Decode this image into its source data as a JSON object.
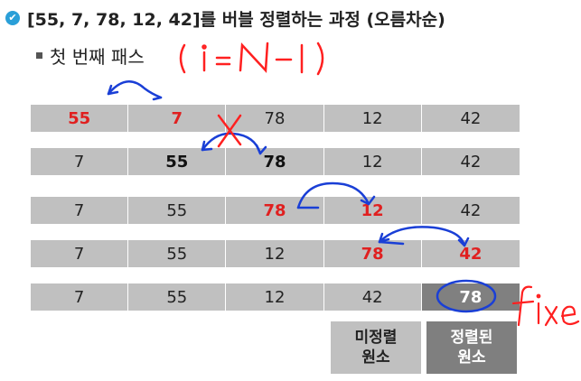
{
  "title": "[55, 7, 78, 12, 42]를 버블 정렬하는 과정 (오름차순)",
  "subtitle": "첫 번째 패스",
  "handwriting": {
    "formula": "( i = N − 1 )",
    "fixed": "fixed"
  },
  "rows": [
    [
      {
        "v": "55",
        "s": "red"
      },
      {
        "v": "7",
        "s": "red"
      },
      {
        "v": "78",
        "s": ""
      },
      {
        "v": "12",
        "s": ""
      },
      {
        "v": "42",
        "s": ""
      }
    ],
    [
      {
        "v": "7",
        "s": ""
      },
      {
        "v": "55",
        "s": "bold"
      },
      {
        "v": "78",
        "s": "bold"
      },
      {
        "v": "12",
        "s": ""
      },
      {
        "v": "42",
        "s": ""
      }
    ],
    [
      {
        "v": "7",
        "s": ""
      },
      {
        "v": "55",
        "s": ""
      },
      {
        "v": "78",
        "s": "red"
      },
      {
        "v": "12",
        "s": "red"
      },
      {
        "v": "42",
        "s": ""
      }
    ],
    [
      {
        "v": "7",
        "s": ""
      },
      {
        "v": "55",
        "s": ""
      },
      {
        "v": "12",
        "s": ""
      },
      {
        "v": "78",
        "s": "red"
      },
      {
        "v": "42",
        "s": "red"
      }
    ],
    [
      {
        "v": "7",
        "s": ""
      },
      {
        "v": "55",
        "s": ""
      },
      {
        "v": "12",
        "s": ""
      },
      {
        "v": "42",
        "s": ""
      },
      {
        "v": "78",
        "s": "sorted"
      }
    ]
  ],
  "legend": {
    "unsorted_line1": "미정렬",
    "unsorted_line2": "원소",
    "sorted_line1": "정렬된",
    "sorted_line2": "원소"
  },
  "colors": {
    "cell": "#c0c0c0",
    "sorted": "#808080",
    "highlight": "#e02020",
    "ink_blue": "#1a3fd6",
    "ink_red": "#ff2020"
  }
}
